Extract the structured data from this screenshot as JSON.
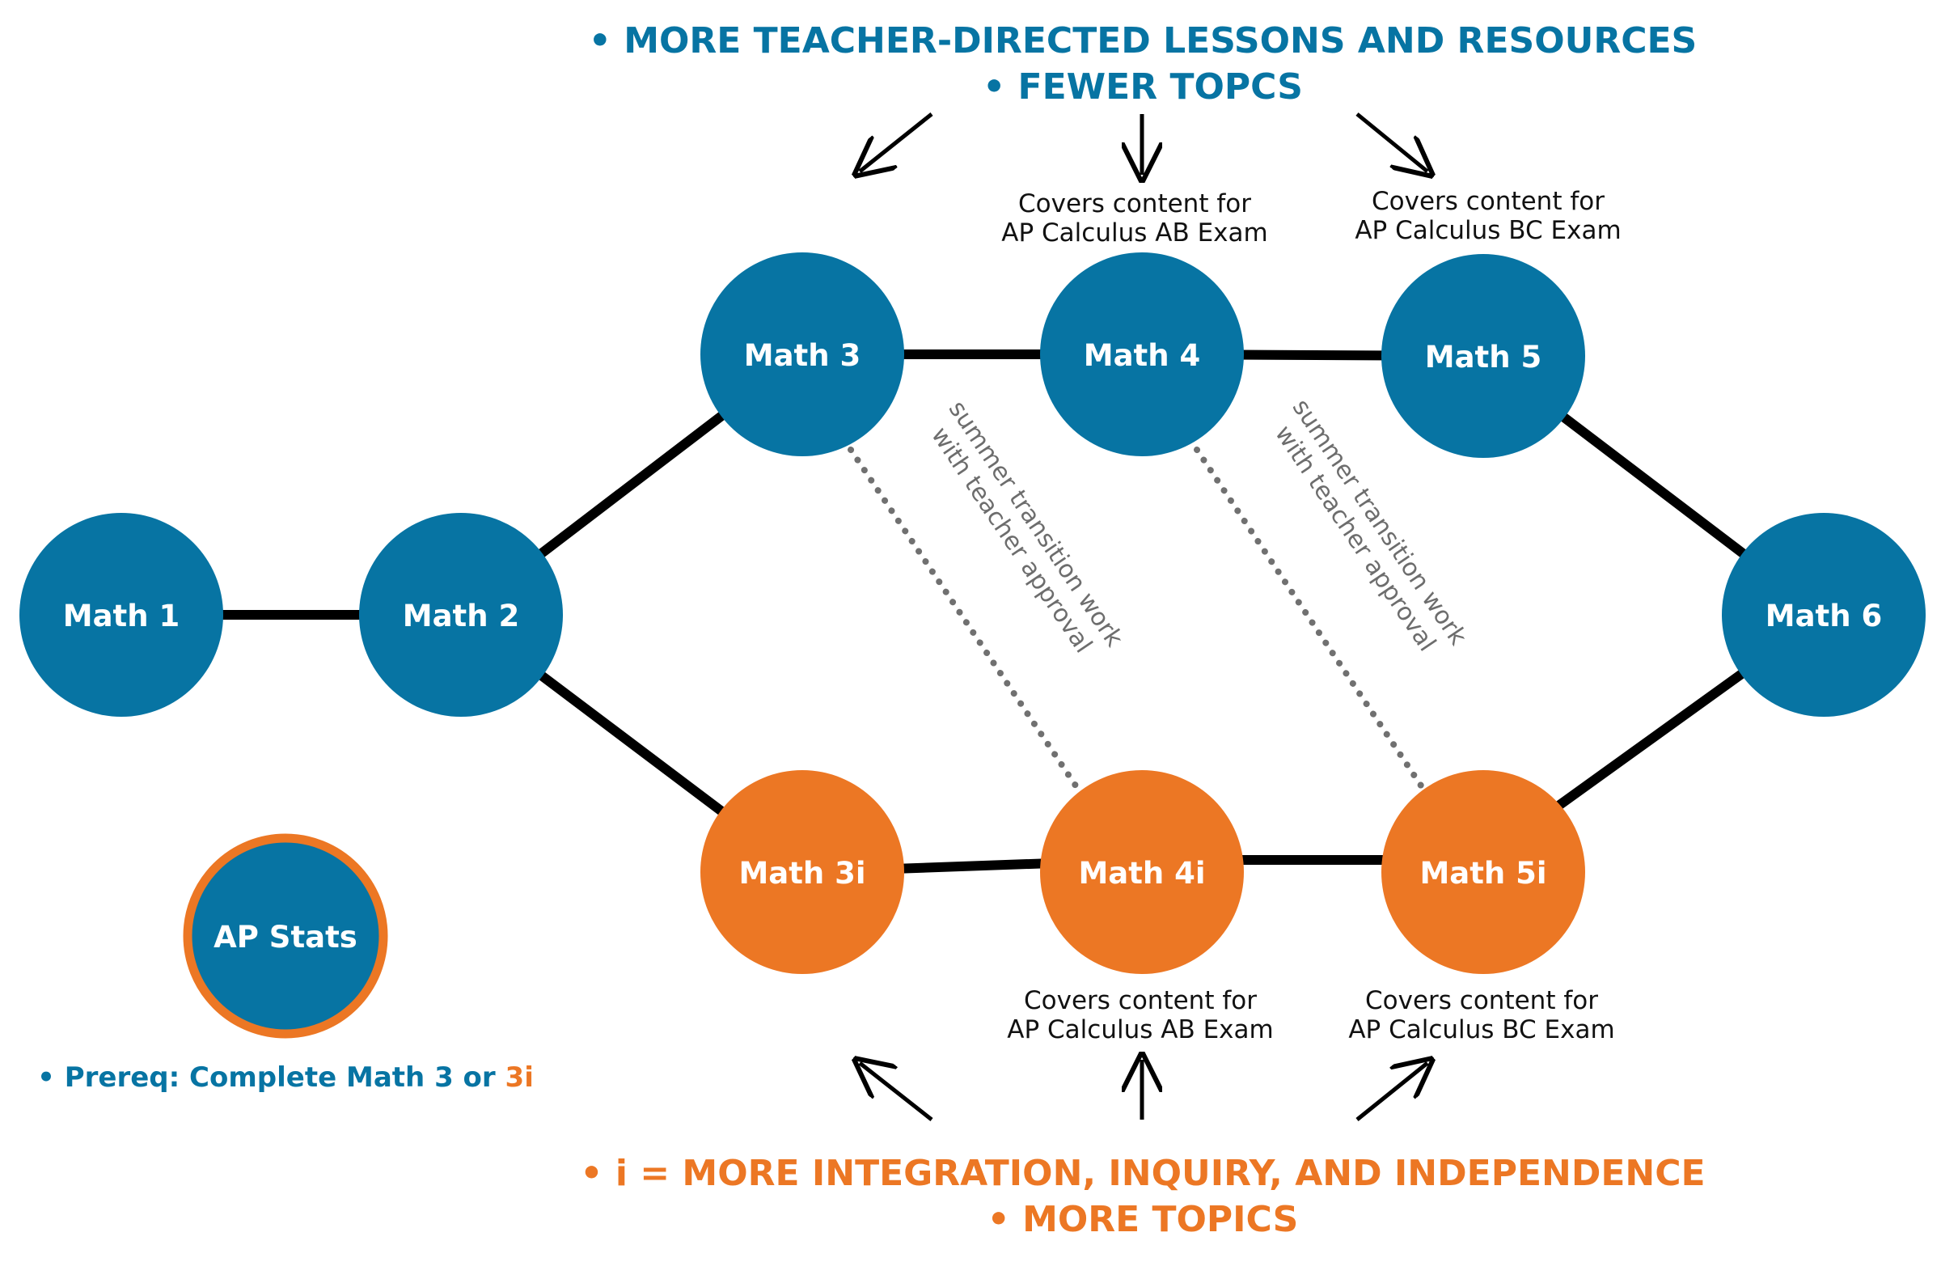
{
  "colors": {
    "blue": "#0774a3",
    "orange": "#ec7724",
    "line": "#000000",
    "dotted": "#707070",
    "callout_text": "#111111"
  },
  "top_banner": {
    "line1": "• MORE TEACHER-DIRECTED LESSONS AND RESOURCES",
    "line2": "• FEWER TOPCS"
  },
  "bottom_banner": {
    "line1": "• i = MORE INTEGRATION, INQUIRY, AND INDEPENDENCE",
    "line2": "• MORE TOPICS"
  },
  "nodes": {
    "math1": "Math 1",
    "math2": "Math 2",
    "math3": "Math 3",
    "math4": "Math 4",
    "math5": "Math 5",
    "math6": "Math 6",
    "math3i": "Math 3i",
    "math4i": "Math 4i",
    "math5i": "Math 5i",
    "ap_stats": "AP Stats"
  },
  "callouts": {
    "math4_line1": "Covers content for",
    "math4_line2": "AP Calculus AB Exam",
    "math5_line1": "Covers content for",
    "math5_line2": "AP Calculus BC Exam",
    "math4i_line1": "Covers content for",
    "math4i_line2": "AP Calculus AB Exam",
    "math5i_line1": "Covers content for",
    "math5i_line2": "AP Calculus BC Exam"
  },
  "transitions": {
    "first_line1": "summer transition work",
    "first_line2": "with teacher approval",
    "second_line1": "summer transition work",
    "second_line2": "with teacher approval"
  },
  "prereq": {
    "prefix": "• Prereq: Complete Math 3 or ",
    "highlight": "3i"
  }
}
